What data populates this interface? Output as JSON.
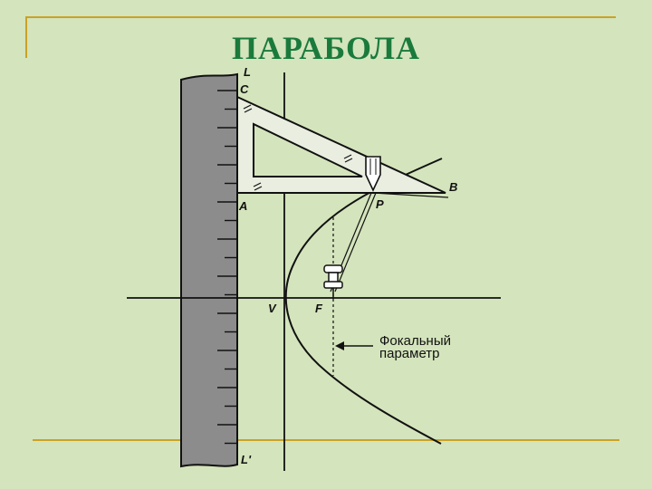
{
  "title": "ПАРАБОЛА",
  "labels": {
    "L": "L",
    "C": "C",
    "A": "A",
    "B": "B",
    "P": "P",
    "V": "V",
    "F": "F",
    "L_prime": "L'"
  },
  "annotation": {
    "line1": "Фокальный",
    "line2": "параметр"
  },
  "colors": {
    "background": "#d4e4bc",
    "title": "#1a7a3c",
    "frame": "#c9a227",
    "ruler": "#8c8c8c",
    "ink": "#111111"
  }
}
